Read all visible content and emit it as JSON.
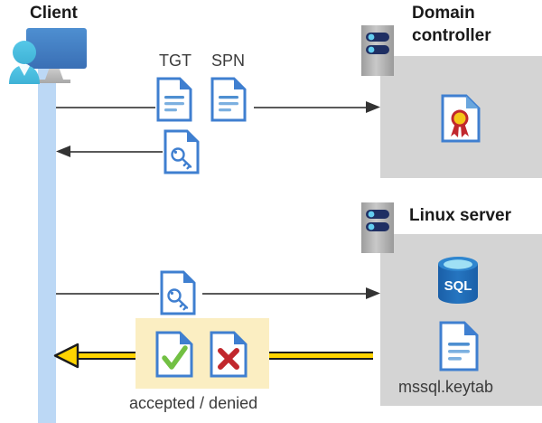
{
  "diagram": {
    "title_client": "Client",
    "title_domain_controller": "Domain\ncontroller",
    "domain_controller_line1": "Domain",
    "domain_controller_line2": "controller",
    "title_linux_server": "Linux server",
    "label_tgt": "TGT",
    "label_spn": "SPN",
    "label_keytab": "mssql.keytab",
    "label_result": "accepted / denied",
    "sql_icon_text": "SQL"
  },
  "icons": {
    "client": "user-computer-icon",
    "server_rack": "server-rack-icon",
    "tgt_doc": "document-icon",
    "spn_doc": "document-icon",
    "ticket_key_doc": "document-key-icon",
    "service_ticket_key_doc": "document-key-icon",
    "certificate": "certificate-document-icon",
    "sql_database": "sql-database-icon",
    "keytab_doc": "document-icon",
    "accepted_doc": "document-check-icon",
    "denied_doc": "document-cross-icon"
  },
  "colors": {
    "lifeline": "#bcd8f5",
    "panel_gray": "#d4d4d4",
    "highlight_yellow": "#fbeec2",
    "arrow_yellow": "#ffd400",
    "arrow_gray": "#5a5a5a",
    "doc_blue": "#3f7fd0",
    "doc_fold_blue": "#3f7fd0",
    "check_green": "#72c043",
    "cross_red": "#c1272d",
    "cert_gold": "#f5c518",
    "cert_red": "#c1272d",
    "sql_blue": "#1c65ad",
    "server_navy": "#1f2f63",
    "text_dark": "#1a1a1a",
    "text_gray": "#3b3b3b"
  },
  "flows": [
    {
      "name": "client-to-dc-tgt-spn",
      "direction": "right",
      "style": "gray",
      "carries": [
        "TGT",
        "SPN"
      ]
    },
    {
      "name": "dc-to-client-ticket",
      "direction": "left",
      "style": "gray",
      "carries": [
        "ticket"
      ]
    },
    {
      "name": "client-to-linux-service-ticket",
      "direction": "right",
      "style": "gray",
      "carries": [
        "service ticket"
      ]
    },
    {
      "name": "linux-to-client-result",
      "direction": "left",
      "style": "yellow",
      "carries": [
        "accepted / denied"
      ]
    }
  ]
}
